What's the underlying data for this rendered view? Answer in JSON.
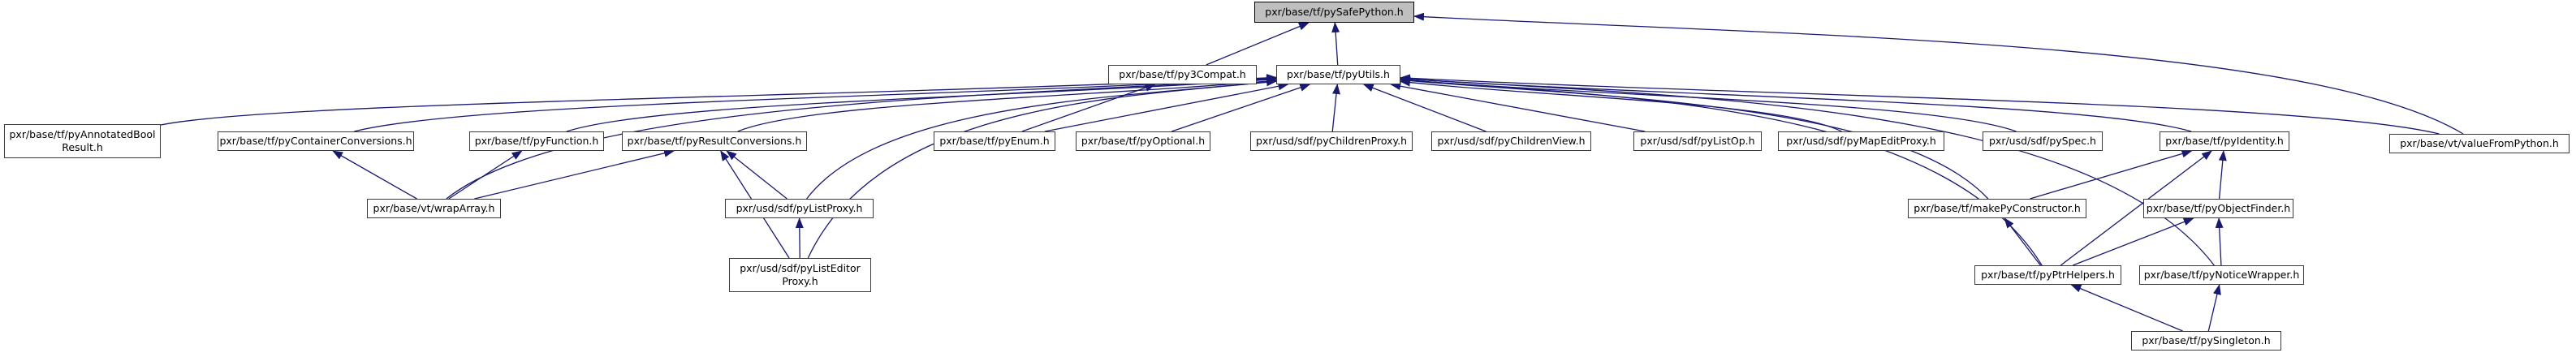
{
  "diagram": {
    "kind": "include-dependency-graph",
    "root": "pxr/base/tf/pySafePython.h",
    "colors": {
      "background": "#ffffff",
      "edge": "#191970",
      "node_border": "#3a3a3a",
      "node_fill": "#ffffff",
      "highlight_fill": "#bfbfbf",
      "text": "#000000"
    },
    "nodes": [
      {
        "id": "pySafePython",
        "label": "pxr/base/tf/pySafePython.h",
        "lines": [
          "pxr/base/tf/pySafePython.h"
        ],
        "highlighted": true
      },
      {
        "id": "py3Compat",
        "label": "pxr/base/tf/py3Compat.h",
        "lines": [
          "pxr/base/tf/py3Compat.h"
        ],
        "highlighted": false
      },
      {
        "id": "pyUtils",
        "label": "pxr/base/tf/pyUtils.h",
        "lines": [
          "pxr/base/tf/pyUtils.h"
        ],
        "highlighted": false
      },
      {
        "id": "pyAnnotatedBoolResult",
        "label": "pxr/base/tf/pyAnnotatedBoolResult.h",
        "lines": [
          "pxr/base/tf/pyAnnotatedBool",
          "Result.h"
        ],
        "highlighted": false
      },
      {
        "id": "pyContainerConversions",
        "label": "pxr/base/tf/pyContainerConversions.h",
        "lines": [
          "pxr/base/tf/pyContainerConversions.h"
        ],
        "highlighted": false
      },
      {
        "id": "pyFunction",
        "label": "pxr/base/tf/pyFunction.h",
        "lines": [
          "pxr/base/tf/pyFunction.h"
        ],
        "highlighted": false
      },
      {
        "id": "pyResultConversions",
        "label": "pxr/base/tf/pyResultConversions.h",
        "lines": [
          "pxr/base/tf/pyResultConversions.h"
        ],
        "highlighted": false
      },
      {
        "id": "pyEnum",
        "label": "pxr/base/tf/pyEnum.h",
        "lines": [
          "pxr/base/tf/pyEnum.h"
        ],
        "highlighted": false
      },
      {
        "id": "pyOptional",
        "label": "pxr/base/tf/pyOptional.h",
        "lines": [
          "pxr/base/tf/pyOptional.h"
        ],
        "highlighted": false
      },
      {
        "id": "pyChildrenProxy",
        "label": "pxr/usd/sdf/pyChildrenProxy.h",
        "lines": [
          "pxr/usd/sdf/pyChildrenProxy.h"
        ],
        "highlighted": false
      },
      {
        "id": "pyChildrenView",
        "label": "pxr/usd/sdf/pyChildrenView.h",
        "lines": [
          "pxr/usd/sdf/pyChildrenView.h"
        ],
        "highlighted": false
      },
      {
        "id": "pyListOp",
        "label": "pxr/usd/sdf/pyListOp.h",
        "lines": [
          "pxr/usd/sdf/pyListOp.h"
        ],
        "highlighted": false
      },
      {
        "id": "pyMapEditProxy",
        "label": "pxr/usd/sdf/pyMapEditProxy.h",
        "lines": [
          "pxr/usd/sdf/pyMapEditProxy.h"
        ],
        "highlighted": false
      },
      {
        "id": "pySpec",
        "label": "pxr/usd/sdf/pySpec.h",
        "lines": [
          "pxr/usd/sdf/pySpec.h"
        ],
        "highlighted": false
      },
      {
        "id": "pyIdentity",
        "label": "pxr/base/tf/pyIdentity.h",
        "lines": [
          "pxr/base/tf/pyIdentity.h"
        ],
        "highlighted": false
      },
      {
        "id": "valueFromPython",
        "label": "pxr/base/vt/valueFromPython.h",
        "lines": [
          "pxr/base/vt/valueFromPython.h"
        ],
        "highlighted": false
      },
      {
        "id": "wrapArray",
        "label": "pxr/base/vt/wrapArray.h",
        "lines": [
          "pxr/base/vt/wrapArray.h"
        ],
        "highlighted": false
      },
      {
        "id": "pyListProxy",
        "label": "pxr/usd/sdf/pyListProxy.h",
        "lines": [
          "pxr/usd/sdf/pyListProxy.h"
        ],
        "highlighted": false
      },
      {
        "id": "makePyConstructor",
        "label": "pxr/base/tf/makePyConstructor.h",
        "lines": [
          "pxr/base/tf/makePyConstructor.h"
        ],
        "highlighted": false
      },
      {
        "id": "pyObjectFinder",
        "label": "pxr/base/tf/pyObjectFinder.h",
        "lines": [
          "pxr/base/tf/pyObjectFinder.h"
        ],
        "highlighted": false
      },
      {
        "id": "pyListEditorProxy",
        "label": "pxr/usd/sdf/pyListEditorProxy.h",
        "lines": [
          "pxr/usd/sdf/pyListEditor",
          "Proxy.h"
        ],
        "highlighted": false
      },
      {
        "id": "pyPtrHelpers",
        "label": "pxr/base/tf/pyPtrHelpers.h",
        "lines": [
          "pxr/base/tf/pyPtrHelpers.h"
        ],
        "highlighted": false
      },
      {
        "id": "pyNoticeWrapper",
        "label": "pxr/base/tf/pyNoticeWrapper.h",
        "lines": [
          "pxr/base/tf/pyNoticeWrapper.h"
        ],
        "highlighted": false
      },
      {
        "id": "pySingleton",
        "label": "pxr/base/tf/pySingleton.h",
        "lines": [
          "pxr/base/tf/pySingleton.h"
        ],
        "highlighted": false
      }
    ],
    "edges": [
      {
        "from": "py3Compat",
        "to": "pySafePython"
      },
      {
        "from": "pyUtils",
        "to": "pySafePython"
      },
      {
        "from": "valueFromPython",
        "to": "pySafePython"
      },
      {
        "from": "pyAnnotatedBoolResult",
        "to": "pyUtils"
      },
      {
        "from": "pyContainerConversions",
        "to": "pyUtils"
      },
      {
        "from": "pyFunction",
        "to": "pyUtils"
      },
      {
        "from": "pyResultConversions",
        "to": "pyUtils"
      },
      {
        "from": "pyEnum",
        "to": "py3Compat"
      },
      {
        "from": "pyEnum",
        "to": "pyUtils"
      },
      {
        "from": "pyOptional",
        "to": "pyUtils"
      },
      {
        "from": "pyChildrenProxy",
        "to": "pyUtils"
      },
      {
        "from": "pyChildrenView",
        "to": "pyUtils"
      },
      {
        "from": "pyListOp",
        "to": "pyUtils"
      },
      {
        "from": "pyMapEditProxy",
        "to": "pyUtils"
      },
      {
        "from": "pySpec",
        "to": "pyUtils"
      },
      {
        "from": "pyIdentity",
        "to": "pyUtils"
      },
      {
        "from": "valueFromPython",
        "to": "pyUtils"
      },
      {
        "from": "wrapArray",
        "to": "pyContainerConversions"
      },
      {
        "from": "wrapArray",
        "to": "pyFunction"
      },
      {
        "from": "wrapArray",
        "to": "pyResultConversions"
      },
      {
        "from": "wrapArray",
        "to": "pyUtils"
      },
      {
        "from": "pyListProxy",
        "to": "pyResultConversions"
      },
      {
        "from": "pyListProxy",
        "to": "pyUtils"
      },
      {
        "from": "pyListEditorProxy",
        "to": "pyListProxy"
      },
      {
        "from": "pyListEditorProxy",
        "to": "pyResultConversions"
      },
      {
        "from": "pyListEditorProxy",
        "to": "pyUtils"
      },
      {
        "from": "makePyConstructor",
        "to": "pyIdentity"
      },
      {
        "from": "makePyConstructor",
        "to": "pyUtils"
      },
      {
        "from": "pyObjectFinder",
        "to": "pyIdentity"
      },
      {
        "from": "pyPtrHelpers",
        "to": "makePyConstructor"
      },
      {
        "from": "pyPtrHelpers",
        "to": "pyIdentity"
      },
      {
        "from": "pyPtrHelpers",
        "to": "pyObjectFinder"
      },
      {
        "from": "pyPtrHelpers",
        "to": "pyUtils"
      },
      {
        "from": "pyNoticeWrapper",
        "to": "pyObjectFinder"
      },
      {
        "from": "pyNoticeWrapper",
        "to": "pyUtils"
      },
      {
        "from": "pySingleton",
        "to": "pyPtrHelpers"
      },
      {
        "from": "pySingleton",
        "to": "pyNoticeWrapper"
      }
    ]
  }
}
